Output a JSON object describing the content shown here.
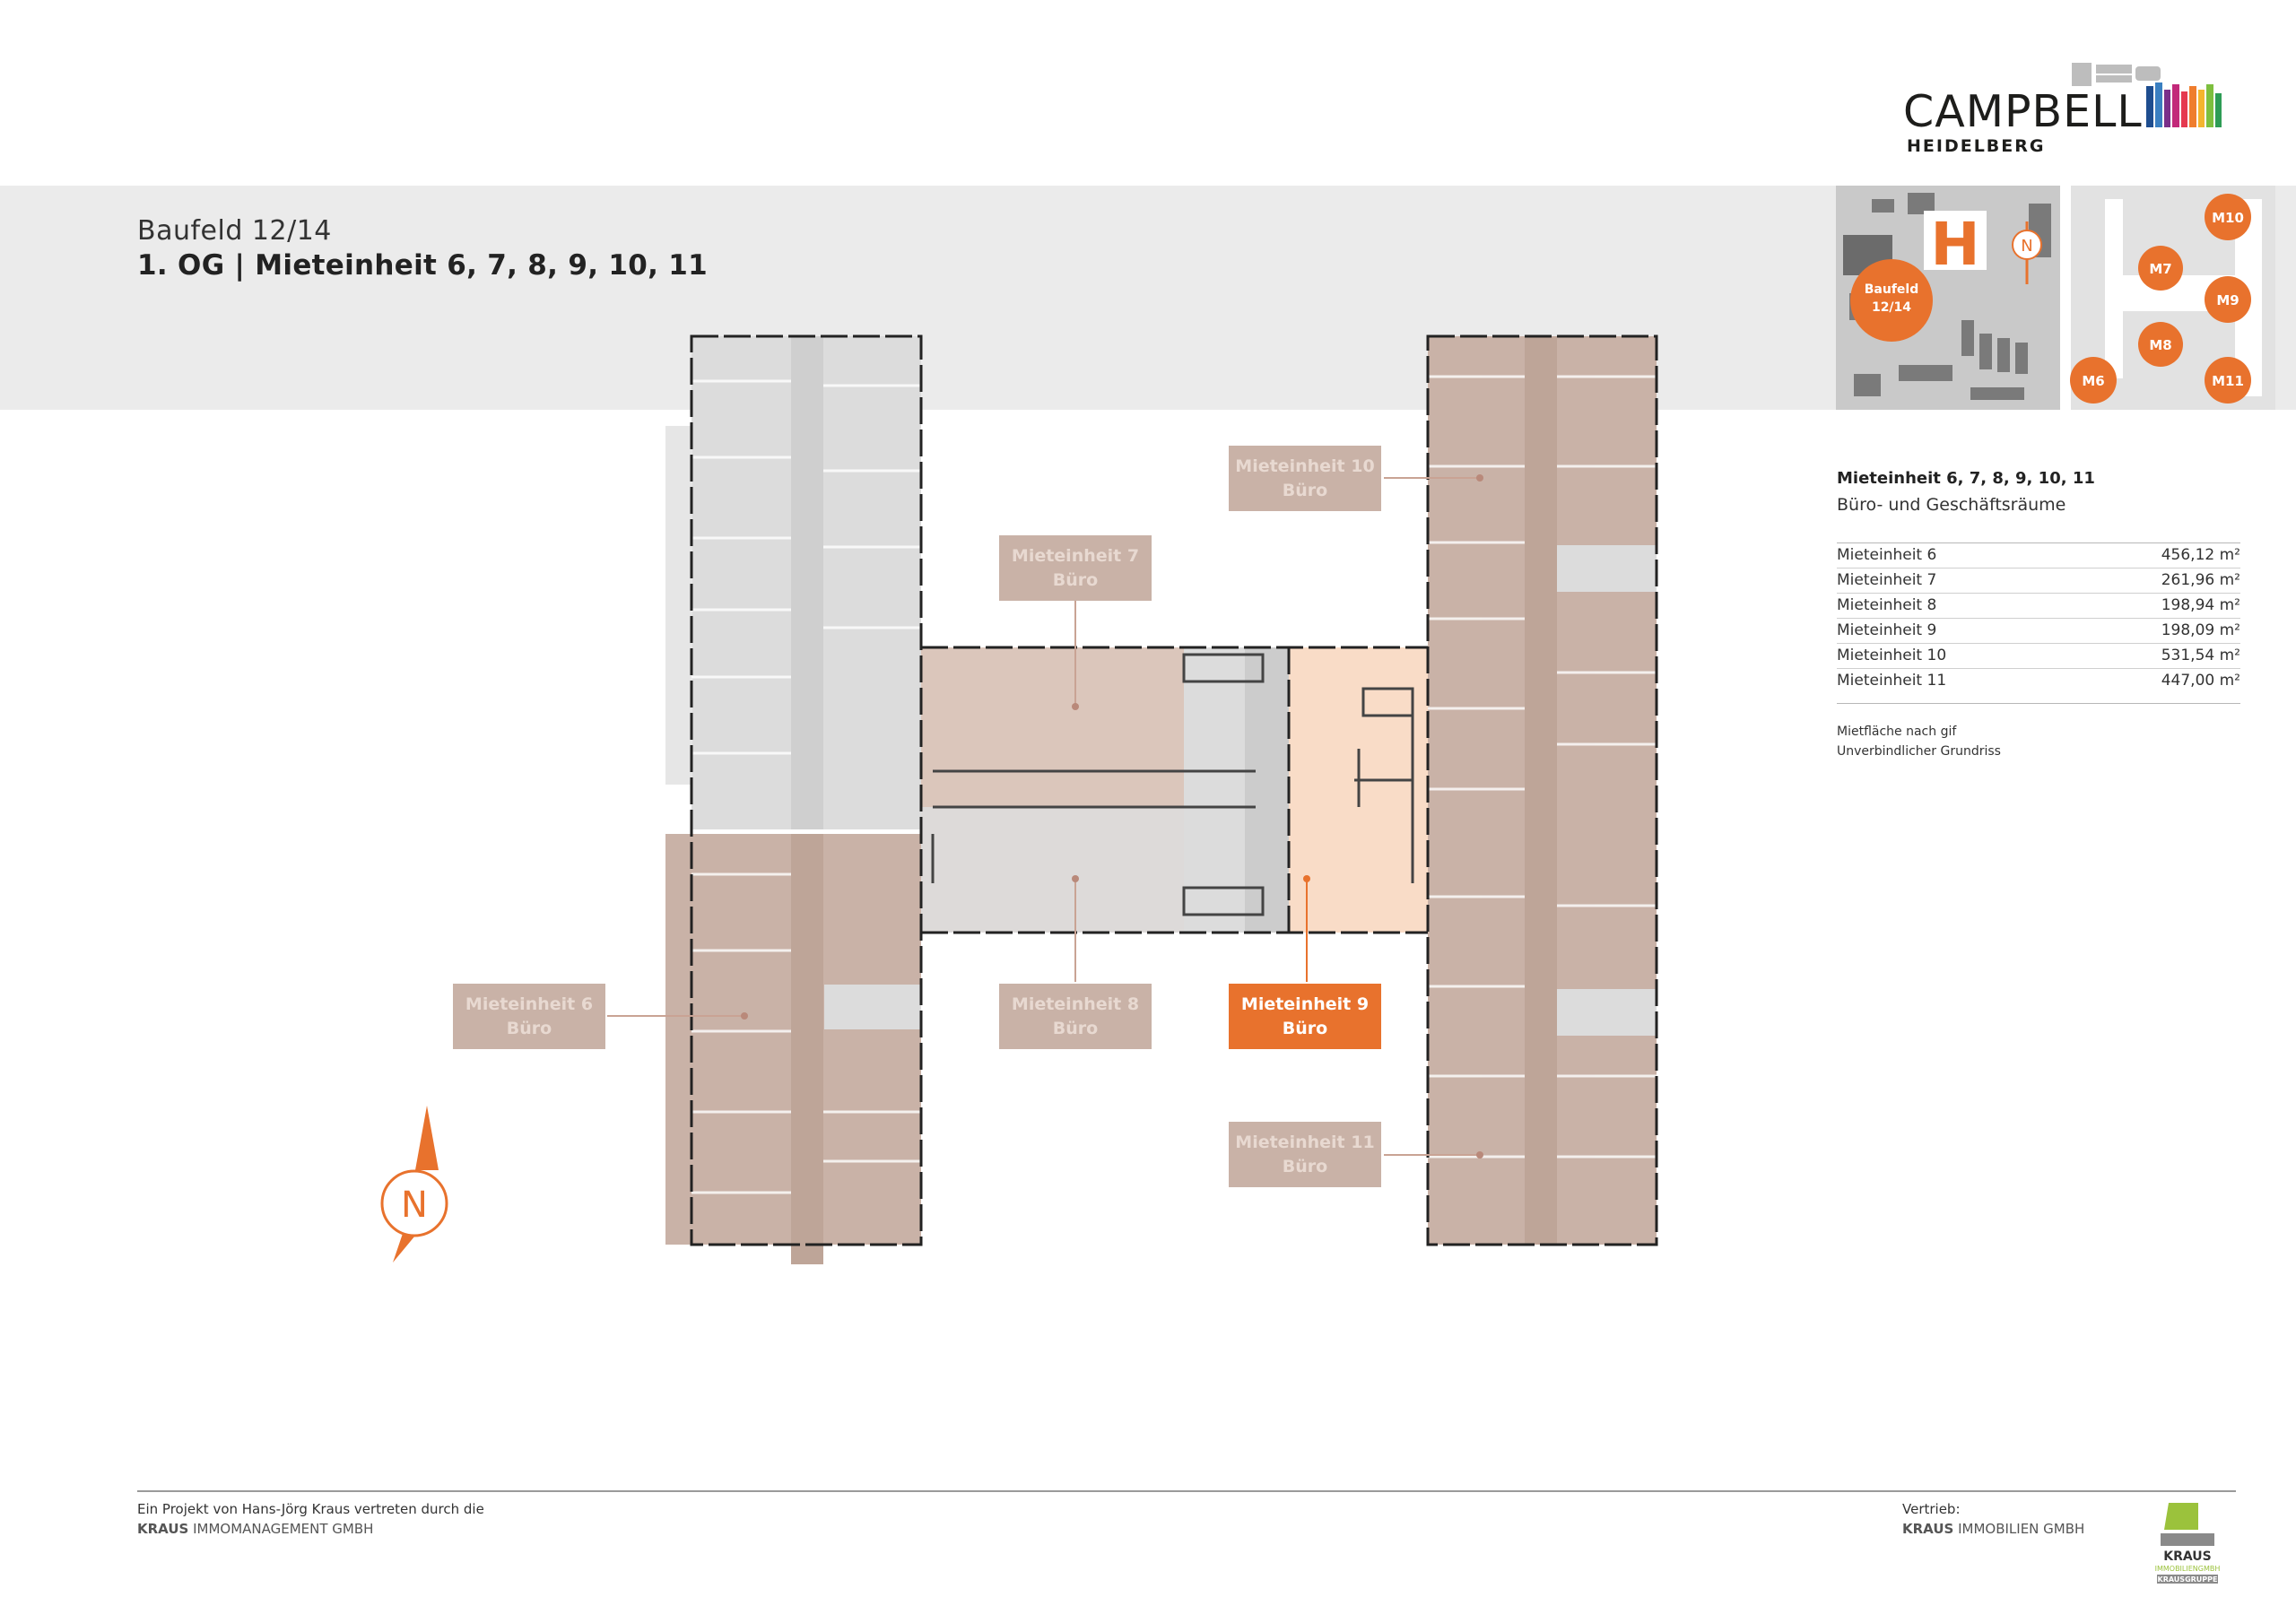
{
  "header": {
    "project": "Baufeld 12/14",
    "floor_title": "1. OG | Mieteinheit 6, 7, 8, 9, 10, 11"
  },
  "logo": {
    "word": "CAMPBELL",
    "sub": "HEIDELBERG"
  },
  "minimap": {
    "baufeld_label_line1": "Baufeld",
    "baufeld_label_line2": "12/14",
    "h_letter": "H",
    "north": "N",
    "units": [
      "M10",
      "M7",
      "M9",
      "M8",
      "M6",
      "M11"
    ]
  },
  "info": {
    "title": "Mieteinheit 6, 7, 8, 9, 10, 11",
    "subtitle": "Büro- und Geschäftsräume",
    "rows": [
      {
        "unit": "Mieteinheit 6",
        "area": "456,12 m²"
      },
      {
        "unit": "Mieteinheit 7",
        "area": "261,96 m²"
      },
      {
        "unit": "Mieteinheit 8",
        "area": "198,94 m²"
      },
      {
        "unit": "Mieteinheit 9",
        "area": "198,09 m²"
      },
      {
        "unit": "Mieteinheit 10",
        "area": "531,54 m²"
      },
      {
        "unit": "Mieteinheit 11",
        "area": "447,00 m²"
      }
    ],
    "note1": "Mietfläche nach gif",
    "note2": "Unverbindlicher Grundriss"
  },
  "callouts": {
    "me6": {
      "name": "Mieteinheit 6",
      "use": "Büro"
    },
    "me7": {
      "name": "Mieteinheit 7",
      "use": "Büro"
    },
    "me8": {
      "name": "Mieteinheit 8",
      "use": "Büro"
    },
    "me9": {
      "name": "Mieteinheit 9",
      "use": "Büro"
    },
    "me10": {
      "name": "Mieteinheit 10",
      "use": "Büro"
    },
    "me11": {
      "name": "Mieteinheit 11",
      "use": "Büro"
    }
  },
  "compass": "N",
  "footer": {
    "left_line1": "Ein Projekt von Hans-Jörg Kraus vertreten durch die",
    "left_line2_bold": "KRAUS",
    "left_line2_rest": " IMMOMANAGEMENT GMBH",
    "right_line1": "Vertrieb:",
    "right_line2_bold": "KRAUS",
    "right_line2_rest": " IMMOBILIEN GMBH",
    "kraus_logo_word": "KRAUS",
    "kraus_logo_sub": "IMMOBILIENGMBH",
    "kraus_logo_group": "KRAUSGRUPPE"
  },
  "colors": {
    "accent": "#e8722d",
    "unit_brown": "#c9b2a7",
    "unit_light": "#f9dcc7",
    "grey": "#d9d9d9"
  }
}
